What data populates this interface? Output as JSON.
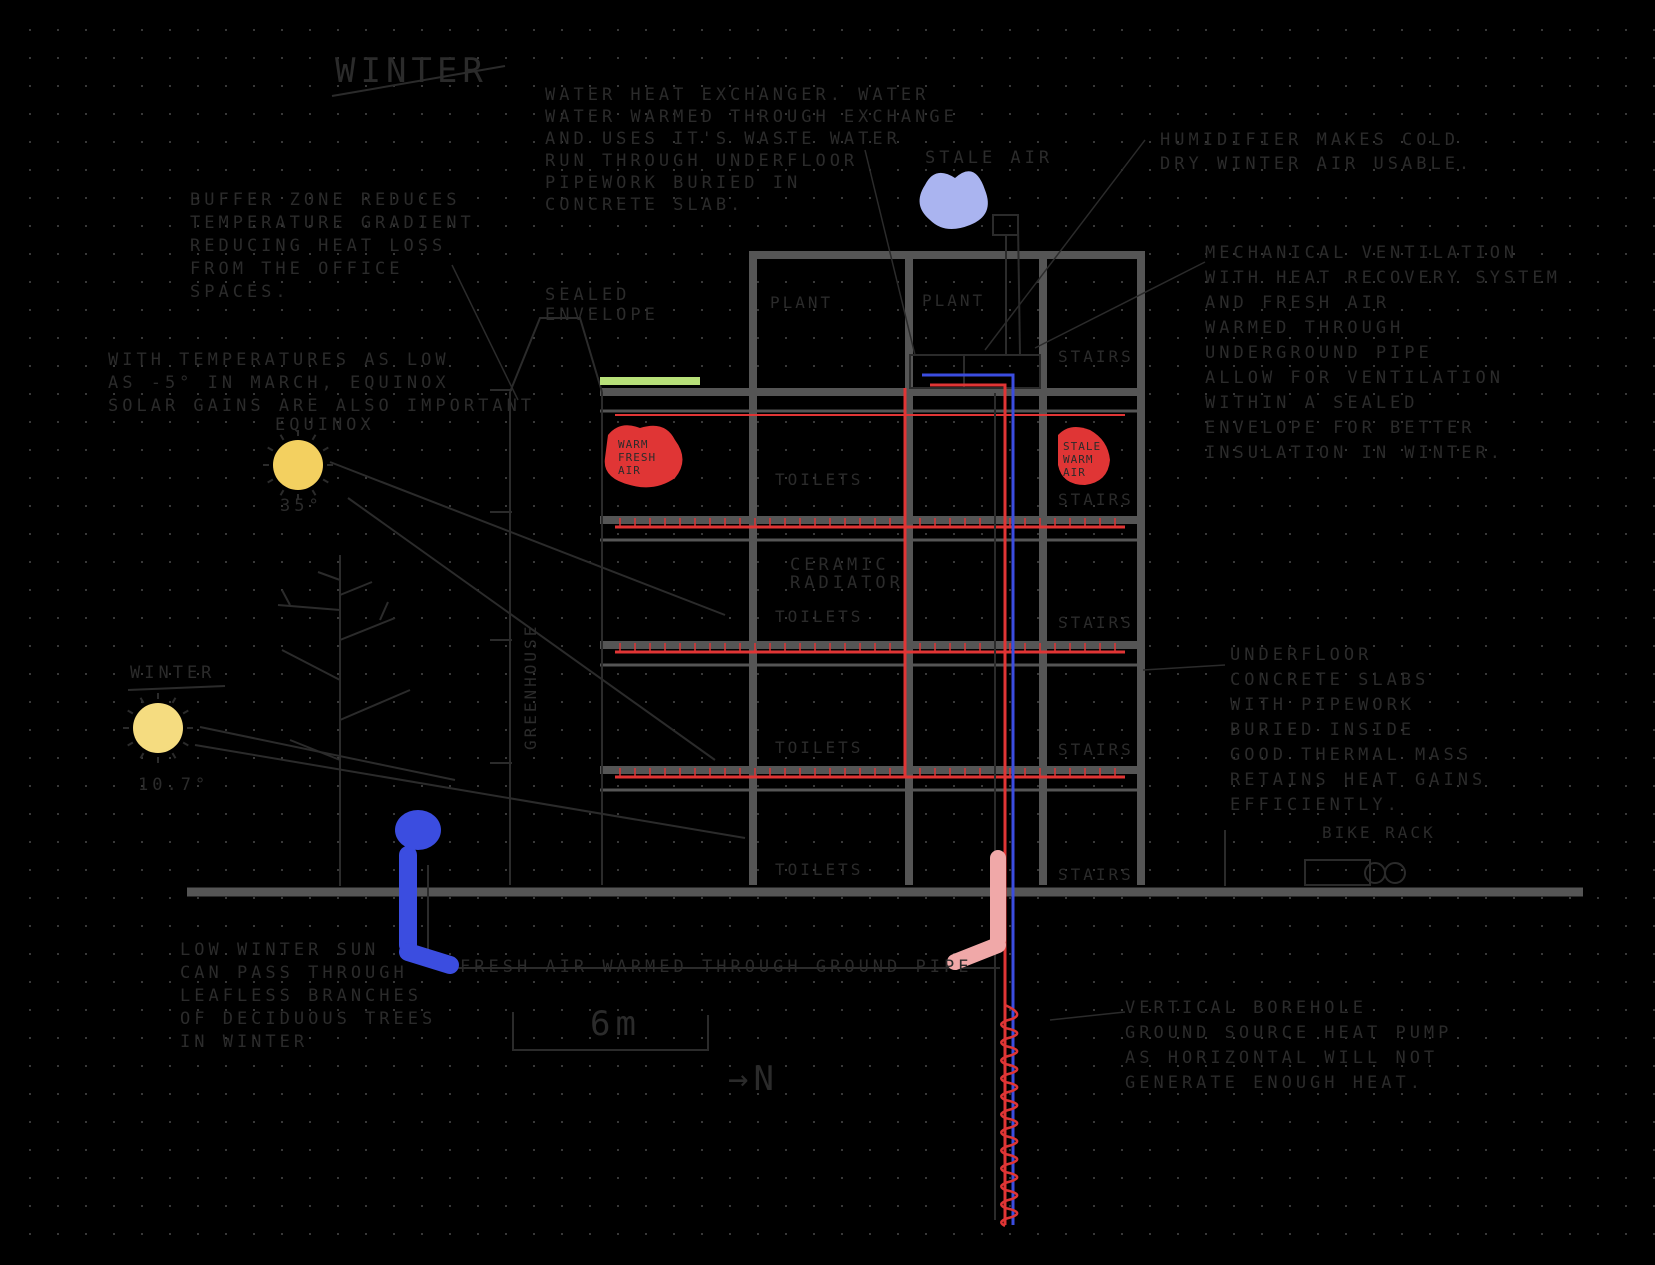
{
  "title": "WINTER",
  "colors": {
    "background": "#000000",
    "ink": "#2b2b2b",
    "structure": "#555555",
    "warm": "#e03535",
    "cool": "#3b4de0",
    "sun": "#f3d060",
    "sun_low": "#f5dc80",
    "roof_green": "#b8e07a",
    "exhaust": "#aab4f0",
    "pink": "#f0a8a8"
  },
  "notes": {
    "buffer_zone": [
      "BUFFER ZONE REDUCES",
      "TEMPERATURE GRADIENT",
      "REDUCING HEAT LOSS",
      "FROM THE OFFICE",
      "SPACES."
    ],
    "sealed_envelope": [
      "SEALED",
      "ENVELOPE"
    ],
    "temperature": [
      "WITH TEMPERATURES AS LOW",
      "AS -5° IN MARCH, EQUINOX",
      "SOLAR GAINS ARE ALSO IMPORTANT"
    ],
    "equinox": "EQUINOX",
    "equinox_angle": "35°",
    "winter_sun": "WINTER",
    "winter_angle": "10.7°",
    "heat_exchanger": [
      "WATER HEAT EXCHANGER. WATER",
      "WATER WARMED THROUGH EXCHANGE",
      "AND USES IT'S WASTE WATER",
      "RUN THROUGH UNDERFLOOR",
      "PIPEWORK BURIED IN",
      "CONCRETE SLAB."
    ],
    "stale_air": "STALE AIR",
    "humidifier": [
      "HUMIDIFIER MAKES COLD",
      "DRY WINTER AIR USABLE."
    ],
    "mvhr": [
      "MECHANICAL VENTILATION",
      "WITH HEAT RECOVERY SYSTEM",
      "AND FRESH AIR",
      "WARMED THROUGH",
      "UNDERGROUND PIPE",
      "ALLOW FOR VENTILATION",
      "WITHIN A SEALED",
      "ENVELOPE FOR BETTER",
      "INSULATION IN WINTER."
    ],
    "underfloor": [
      "UNDERFLOOR",
      "CONCRETE SLABS",
      "WITH PIPEWORK",
      "BURIED INSIDE",
      "GOOD THERMAL MASS",
      "RETAINS HEAT GAINS",
      "EFFICIENTLY."
    ],
    "low_sun": [
      "LOW WINTER SUN",
      "CAN PASS THROUGH",
      "LEAFLESS BRANCHES",
      "OF DECIDUOUS TREES",
      "IN WINTER"
    ],
    "fresh_air_pipe": "FRESH AIR WARMED THROUGH GROUND PIPE",
    "borehole": [
      "VERTICAL BOREHOLE",
      "GROUND SOURCE HEAT PUMP",
      "AS HORIZONTAL WILL NOT",
      "GENERATE ENOUGH HEAT."
    ],
    "scale": "6m",
    "north": "→N",
    "bike_rack": "BIKE RACK",
    "warm_fresh_air": [
      "WARM",
      "FRESH",
      "AIR"
    ],
    "stale_warm_air": [
      "STALE",
      "WARM",
      "AIR"
    ],
    "greenhouse": "GREENHOUSE",
    "ceramic_radiator": [
      "CERAMIC",
      "RADIATOR"
    ]
  },
  "rooms": {
    "plant_a": "PLANT",
    "plant_b": "PLANT",
    "stairs_top": "STAIRS",
    "stairs_3": "STAIRS",
    "toilets_3": "TOILETS",
    "toilets_2": "TOILETS",
    "stairs_2": "STAIRS",
    "toilets_1": "TOILETS",
    "stairs_1": "STAIRS",
    "toilets_0": "TOILETS",
    "stairs_0": "STAIRS"
  }
}
